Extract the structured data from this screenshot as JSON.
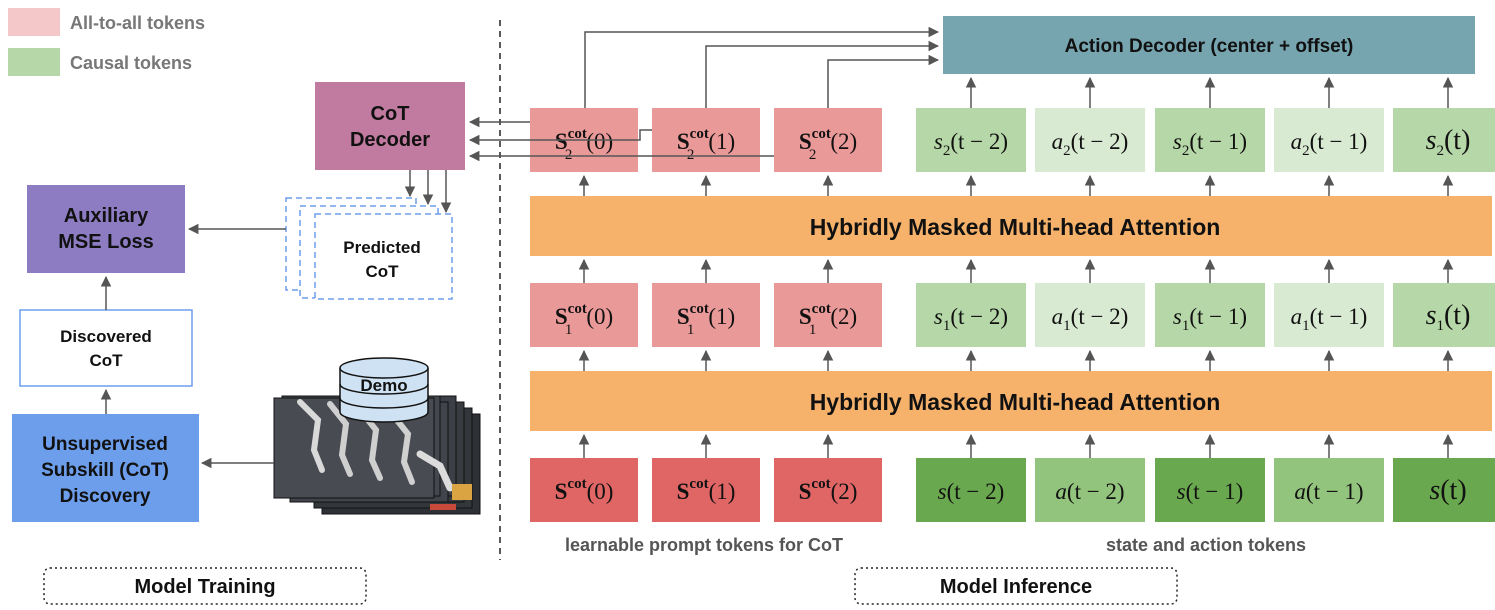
{
  "legend": {
    "all_to_all": {
      "label": "All-to-all tokens",
      "color": "#f4c7c8"
    },
    "causal": {
      "label": "Causal tokens",
      "color": "#b6d7a8"
    }
  },
  "training": {
    "cot_decoder": [
      "CoT",
      "Decoder"
    ],
    "aux_loss": [
      "Auxiliary",
      "MSE Loss"
    ],
    "predicted_cot": [
      "Predicted",
      "CoT"
    ],
    "discovered_cot": [
      "Discovered",
      "CoT"
    ],
    "unsupervised": [
      "Unsupervised",
      "Subskill (CoT)",
      "Discovery"
    ],
    "demo": "Demo",
    "section_label": "Model Training"
  },
  "inference": {
    "action_decoder": "Action Decoder (center + offset)",
    "attention_top": "Hybridly Masked Multi-head Attention",
    "attention_bottom": "Hybridly Masked Multi-head Attention",
    "row2_prompt": [
      {
        "base": "S",
        "sup": "cot",
        "sub": "2",
        "arg": "(0)"
      },
      {
        "base": "S",
        "sup": "cot",
        "sub": "2",
        "arg": "(1)"
      },
      {
        "base": "S",
        "sup": "cot",
        "sub": "2",
        "arg": "(2)"
      }
    ],
    "row1_prompt": [
      {
        "base": "S",
        "sup": "cot",
        "sub": "1",
        "arg": "(0)"
      },
      {
        "base": "S",
        "sup": "cot",
        "sub": "1",
        "arg": "(1)"
      },
      {
        "base": "S",
        "sup": "cot",
        "sub": "1",
        "arg": "(2)"
      }
    ],
    "row0_prompt": [
      {
        "base": "S",
        "sup": "cot",
        "sub": "",
        "arg": "(0)"
      },
      {
        "base": "S",
        "sup": "cot",
        "sub": "",
        "arg": "(1)"
      },
      {
        "base": "S",
        "sup": "cot",
        "sub": "",
        "arg": "(2)"
      }
    ],
    "row2_state": [
      {
        "base": "s",
        "sub": "2",
        "arg": "(t − 2)"
      },
      {
        "base": "a",
        "sub": "2",
        "arg": "(t − 2)"
      },
      {
        "base": "s",
        "sub": "2",
        "arg": "(t − 1)"
      },
      {
        "base": "a",
        "sub": "2",
        "arg": "(t − 1)"
      },
      {
        "base": "s",
        "sub": "2",
        "arg": "(t)"
      }
    ],
    "row1_state": [
      {
        "base": "s",
        "sub": "1",
        "arg": "(t − 2)"
      },
      {
        "base": "a",
        "sub": "1",
        "arg": "(t − 2)"
      },
      {
        "base": "s",
        "sub": "1",
        "arg": "(t − 1)"
      },
      {
        "base": "a",
        "sub": "1",
        "arg": "(t − 1)"
      },
      {
        "base": "s",
        "sub": "1",
        "arg": "(t)"
      }
    ],
    "row0_state": [
      {
        "base": "s",
        "sub": "",
        "arg": "(t − 2)"
      },
      {
        "base": "a",
        "sub": "",
        "arg": "(t − 2)"
      },
      {
        "base": "s",
        "sub": "",
        "arg": "(t − 1)"
      },
      {
        "base": "a",
        "sub": "",
        "arg": "(t − 1)"
      },
      {
        "base": "s",
        "sub": "",
        "arg": "(t)"
      }
    ],
    "caption_prompt": "learnable prompt tokens for CoT",
    "caption_state": "state and action tokens",
    "section_label": "Model Inference"
  },
  "colors": {
    "cot_decoder": "#c27ba0",
    "aux_loss": "#8e7cc3",
    "unsupervised": "#6d9eeb",
    "discovered_border": "#6d9eeb",
    "predicted_border": "#6d9eeb",
    "action_decoder": "#76a5af",
    "attention": "#f6b26b",
    "prompt_upper": "#ea9999",
    "prompt_base": "#e06666",
    "state_light": "#b6d7a8",
    "state_lighter": "#d9ead3",
    "state_base": "#6aa84f",
    "state_base_light": "#93c47d",
    "arrow": "#555555"
  }
}
